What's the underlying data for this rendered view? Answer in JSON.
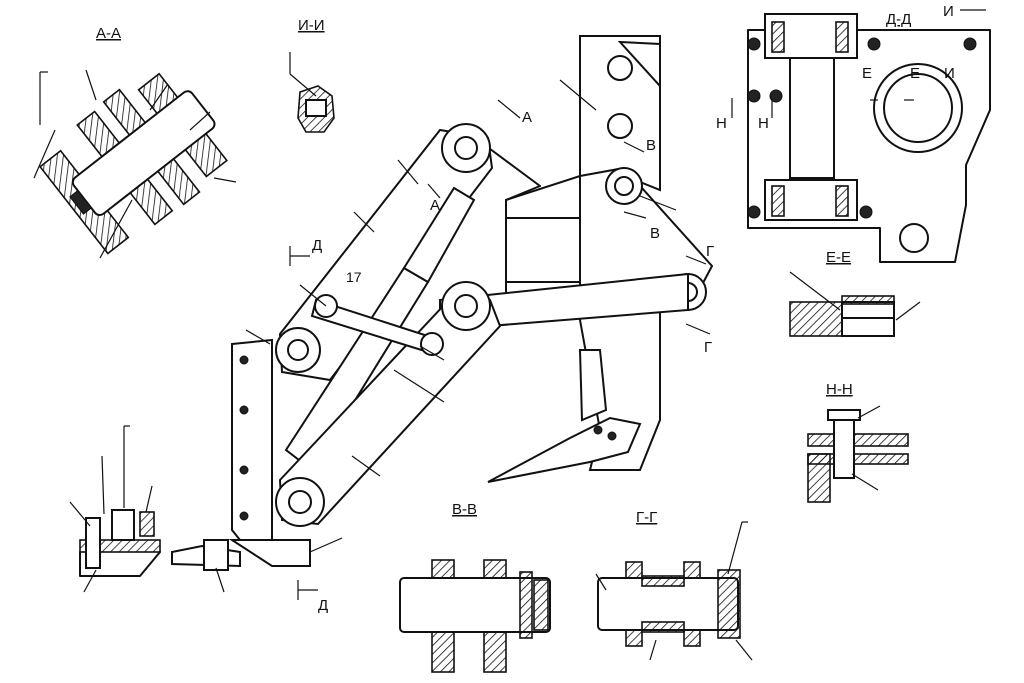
{
  "sections": {
    "aa": "А-А",
    "ii": "И-И",
    "dd": "Д-Д",
    "ee": "Е-Е",
    "nn": "Н-Н",
    "vv": "В-В",
    "gg": "Г-Г"
  },
  "cut_marks": {
    "a": "А",
    "v": "В",
    "g": "Г",
    "d": "Д",
    "e": "Е",
    "n": "Н",
    "i": "И"
  },
  "part_number": "17"
}
